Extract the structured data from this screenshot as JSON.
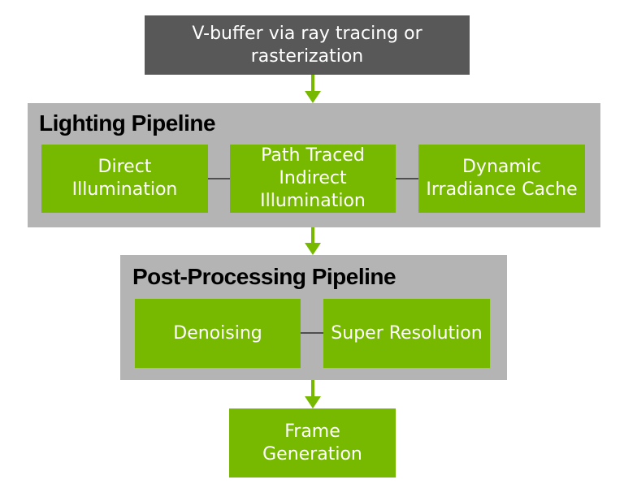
{
  "colors": {
    "nvidia_green": "#76b900",
    "source_node_gray": "#585858",
    "group_gray": "#b4b4b4",
    "connector_gray": "#4f4f4f",
    "node_text": "#ffffff",
    "group_title_text": "#000000",
    "background": "#ffffff"
  },
  "diagram": {
    "source_node": {
      "label": "V-buffer via ray tracing or\nrasterization"
    },
    "lighting_pipeline": {
      "title": "Lighting Pipeline",
      "stages": [
        {
          "label": "Direct\nIllumination"
        },
        {
          "label": "Path Traced\nIndirect\nIllumination"
        },
        {
          "label": "Dynamic\nIrradiance Cache"
        }
      ]
    },
    "post_processing_pipeline": {
      "title": "Post-Processing Pipeline",
      "stages": [
        {
          "label": "Denoising"
        },
        {
          "label": "Super Resolution"
        }
      ]
    },
    "output_node": {
      "label": "Frame\nGeneration"
    }
  }
}
